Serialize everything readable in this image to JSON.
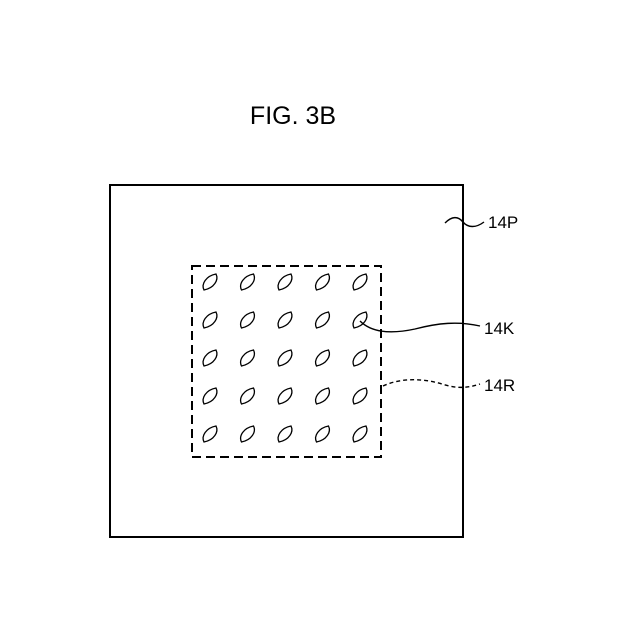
{
  "figure": {
    "title": "FIG. 3B",
    "labels": {
      "outer": "14P",
      "holes": "14K",
      "region": "14R"
    },
    "grid": {
      "rows": 5,
      "cols": 5
    },
    "line_color": "#000000"
  }
}
